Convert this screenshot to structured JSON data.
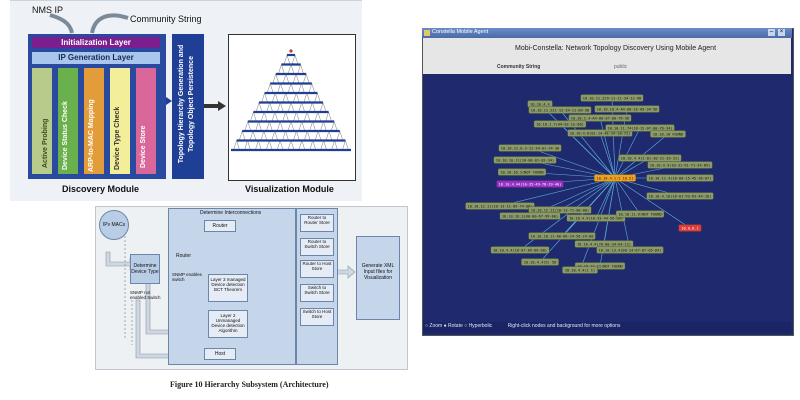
{
  "discovery": {
    "nms_ip": "NMS IP",
    "community_string": "Community String",
    "init_layer": "Initialization Layer",
    "ip_layer": "IP Generation Layer",
    "columns": [
      "Active Probing",
      "Device Status Check",
      "ARP-to-MAC Mapping",
      "Device Type Check",
      "Device Store"
    ],
    "topology_col": "Topology Hierarchy Generation and Topology Object Persistence",
    "module_label": "Discovery Module",
    "viz_label": "Visualization Module",
    "colors": {
      "purple": "#7b1f8f",
      "blue": "#1f3e96",
      "lightblue": "#8fb3e6",
      "green": "#6ab04c",
      "orange": "#e39c3a",
      "yellow": "#f3ee9a",
      "pink": "#d9679a"
    }
  },
  "hierarchy": {
    "ipv_macs": "IPv MACs",
    "determine_type": "Determine Device Type",
    "determine_interconnections": "Determine Interconnections",
    "router": "Router",
    "snmp_switch": "SNMP enables switch",
    "snmp_not_enabled": "SNMP not enabled Switch",
    "layer3": "Layer 3 managed Device detection BCT Theorem",
    "layer2": "Layer 2 Unmanaged Device detection Algorithm",
    "host": "Host",
    "store_labels": [
      "Router to Router Store",
      "Router to Switch Store",
      "Router to Host Store",
      "Switch to Switch Store",
      "Switch to Host Store"
    ],
    "generate_xml": "Generate XML Input files for Visualization",
    "caption": "Figure 10 Hierarchy Subsystem (Architecture)"
  },
  "app": {
    "window_title": "Constella Mobile Agent",
    "header": "Mobi-Constella: Network Topology Discovery Using Mobile Agent",
    "community_label": "Community String",
    "community_value": "public",
    "center_node": "10.10.4.1:1 10.51",
    "nodes": [
      "10.10.4.4",
      "10.10.11.229-11-11-34-12-98",
      "10.10.11.221-12-34-11-09-98",
      "10.10.10.4-A4-00-1E-A9-34-56",
      "10.10.1.4-A4-00-07-00-76-56",
      "10.10.1.7(A4-02-1e-00)",
      "10.10.4.6(01-14-4E-34-18-72)",
      "10.10.11.74(10-12-07-00-76-34)",
      "10.10.10 FOUND",
      "10.10.12.0.3-12-34-01-24-38",
      "10.10.4.4(1-01-30-21-33-31)",
      "10.10.10.11(10-00-01-02-34)",
      "10.10.10.1(NOT FOUND",
      "10.10.4.4(10-31-61-71-34-89)",
      "10.10.11.4(10-00-15-45-36-87)",
      "10.10.12.11(10-13-11-09-74-08)",
      "10.10.4.10(10-01-93-63-44-16)",
      "10.10.4.4(10-33-44-56-0A)",
      "10.10.12.11(10-13-71-00-00)",
      "10.10.10.3(00-00-67-99-00)",
      "10.10.11.6(NOT FOUND",
      "10.10.10.11-A0-00-24-56-24-00",
      "10.10.4.4(70-00-34-A4-12)",
      "10.10.13.4(00-14-67-07-05-04)",
      "10.10.4.4(10-07-89-00-00)",
      "10.10.4.4(5) 50",
      "10.10.12.11(NOT FOUND",
      "10.10.4.4(1 1)",
      "10.0.6.1"
    ],
    "highlight_node": "10.10.4.44(10-35-49-78-19-40)",
    "red_node": "10.0.6.1",
    "footer_radios": [
      "Zoom",
      "Rotate",
      "Hyperbolic"
    ],
    "footer_hint": "Right-click nodes and background for more options"
  }
}
